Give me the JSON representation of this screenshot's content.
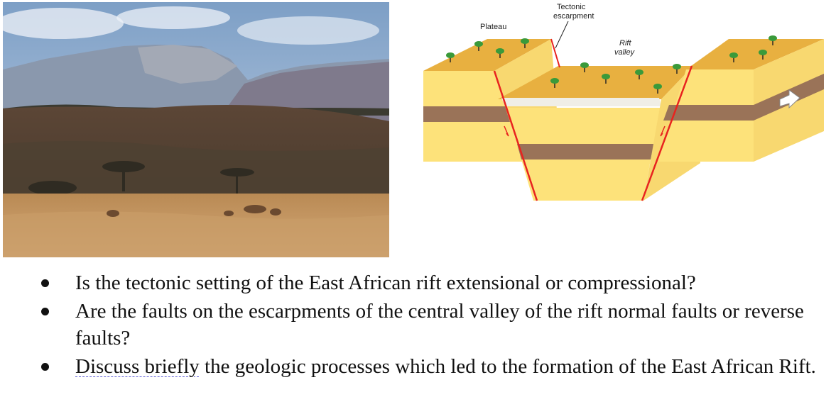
{
  "photo": {
    "subject": "savanna-rift-landscape-photo"
  },
  "diagram": {
    "labels": {
      "plateau": "Plateau",
      "escarpment_line1": "Tectonic",
      "escarpment_line2": "escarpment",
      "rift_line1": "Rift",
      "rift_line2": "valley"
    },
    "colors": {
      "top_surface": "#e8b040",
      "side_face": "#f8d870",
      "front_face": "#fde27a",
      "brown_layer": "#9a7358",
      "fault": "#e8231f",
      "tree": "#3a9a3a"
    }
  },
  "questions": [
    {
      "text": "Is the tectonic setting of the East African rift extensional or compressional?"
    },
    {
      "text": "Are the faults on the escarpments of the central valley of the rift normal faults or reverse faults?"
    },
    {
      "text_underlined": "Discuss briefly",
      "text_rest": " the geologic processes which led to the formation of the East African Rift."
    }
  ]
}
